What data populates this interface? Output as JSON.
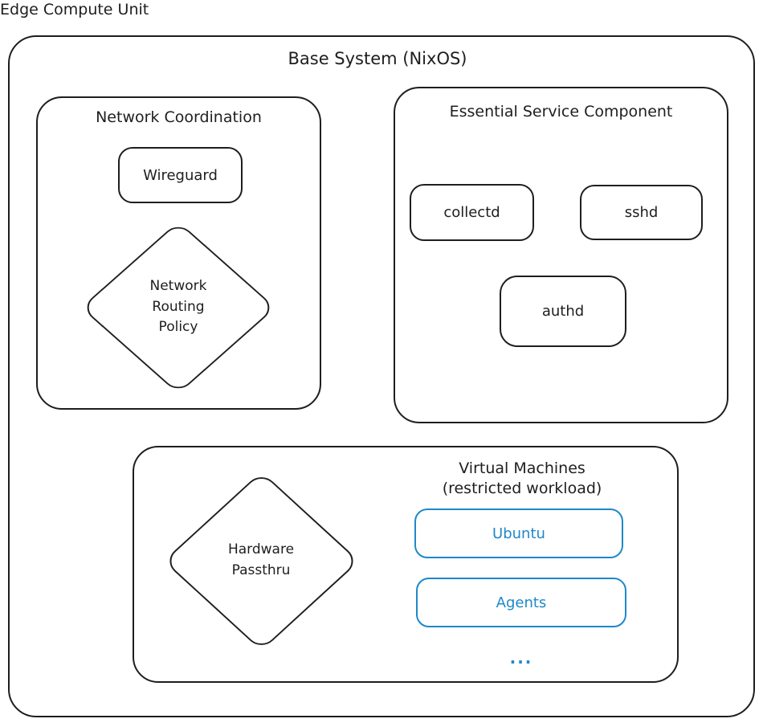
{
  "title": "Edge Compute Unit",
  "colors": {
    "stroke": "#1e1e1e",
    "accent": "#1e88c9",
    "background": "#ffffff"
  },
  "base_system": {
    "label": "Base System (NixOS)",
    "sections": {
      "network_coordination": {
        "label": "Network Coordination",
        "wireguard": "Wireguard",
        "routing_policy": "Network\nRouting\nPolicy"
      },
      "essential_services": {
        "label": "Essential Service Component",
        "collectd": "collectd",
        "sshd": "sshd",
        "authd": "authd"
      },
      "virtual_machines": {
        "label": "Virtual Machines\n(restricted workload)",
        "hardware_passthru": "Hardware\nPassthru",
        "vms": {
          "ubuntu": "Ubuntu",
          "agents": "Agents",
          "more": "..."
        }
      }
    }
  }
}
